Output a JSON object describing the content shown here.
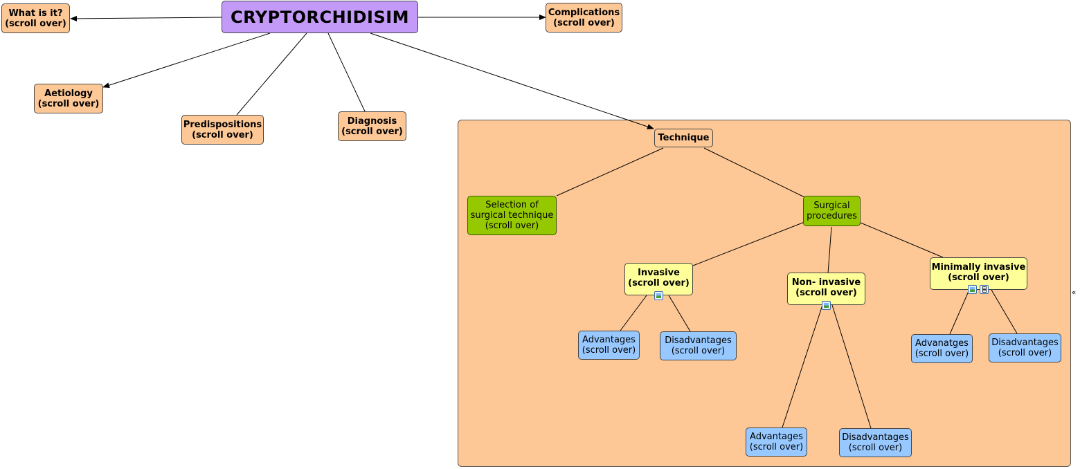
{
  "map": {
    "title": "CRYPTORCHIDISIM",
    "what_is_it": "What is it?\n(scroll over)",
    "complications": "Complications\n(scroll over)",
    "aetiology": "Aetiology\n(scroll over)",
    "predispositions": "Predispositions\n(scroll over)",
    "diagnosis": "Diagnosis\n(scroll over)",
    "technique": "Technique",
    "selection": "Selection of\nsurgical technique\n(scroll over)",
    "surgical": "Surgical\nprocedures",
    "invasive": "Invasive\n(scroll over)",
    "non_invasive": "Non- invasive\n(scroll over)",
    "minimally_invasive": "Minimally invasive\n(scroll over)",
    "inv_adv": "Advantages\n(scroll over)",
    "inv_dis": "Disadvantages\n(scroll over)",
    "non_adv": "Advantages\n(scroll over)",
    "non_dis": "Disadvantages\n(scroll over)",
    "min_adv": "Advanatges\n(scroll over)",
    "min_dis": "Disadvantages\n(scroll over)",
    "collapse_symbol": "«"
  },
  "colors": {
    "root": "#c49af9",
    "concept": "#fdc896",
    "green": "#96c800",
    "yellow": "#ffff99",
    "blue": "#97c8ff"
  },
  "icons": [
    "image-resource-icon",
    "document-resource-icon",
    "collapse-icon"
  ]
}
